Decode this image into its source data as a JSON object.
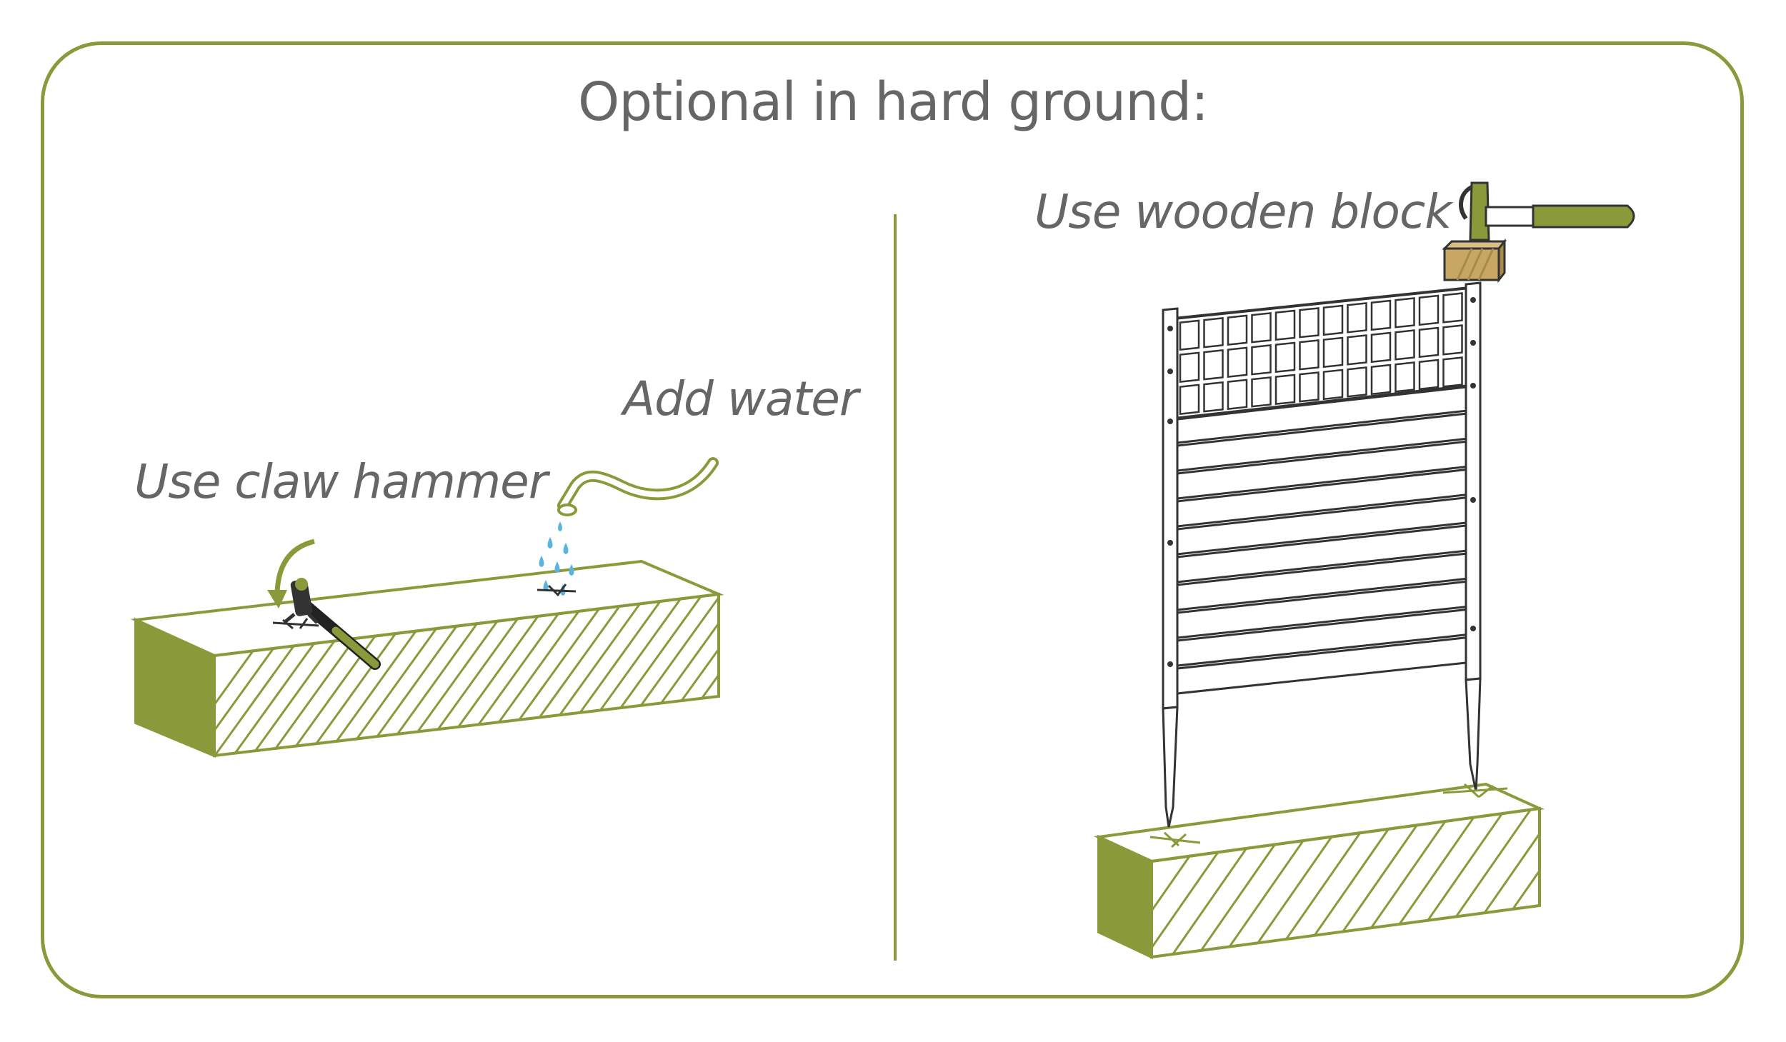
{
  "title": "Optional in hard ground:",
  "left_panel": {
    "claw_hammer_label": "Use claw hammer",
    "water_label": "Add water"
  },
  "right_panel": {
    "wooden_block_label": "Use wooden block"
  },
  "colors": {
    "accent_green": "#8a9a3a",
    "text_gray": "#666666",
    "water_blue": "#5ab4e0",
    "wood": "#c8a765"
  }
}
